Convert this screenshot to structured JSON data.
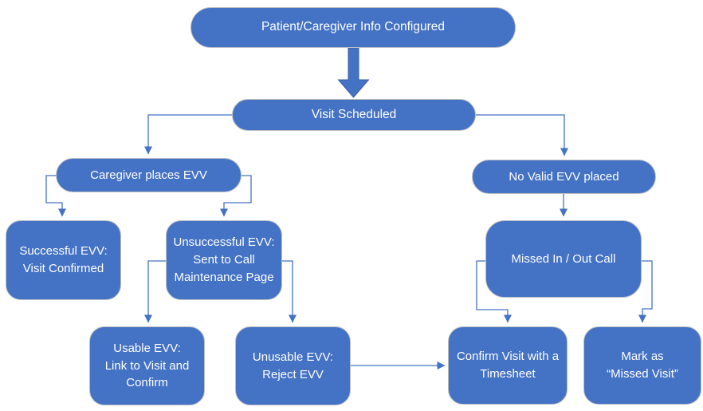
{
  "diagram_type": "flowchart",
  "colors": {
    "node_fill": "#4472C4",
    "node_border": "#BCBEC2",
    "node_text": "#FFFFFF",
    "connector": "#4472C4",
    "block_arrow_fill": "#4472C4",
    "block_arrow_border": "#3A5CA8",
    "background": "#FFFFFF"
  },
  "nodes": {
    "patient_info": {
      "label": "Patient/Caregiver Info Configured",
      "shape": "pill"
    },
    "visit_scheduled": {
      "label": "Visit Scheduled",
      "shape": "pill"
    },
    "caregiver_places": {
      "label": "Caregiver places EVV",
      "shape": "pill"
    },
    "no_valid_evv": {
      "label": "No Valid EVV placed",
      "shape": "pill"
    },
    "successful_evv": {
      "label": "Successful EVV:\nVisit Confirmed",
      "shape": "rounded-rect"
    },
    "unsuccessful_evv": {
      "label": "Unsuccessful EVV:\nSent to Call\nMaintenance Page",
      "shape": "rounded-rect"
    },
    "missed_in_out_call": {
      "label": "Missed In / Out Call",
      "shape": "rounded-rect"
    },
    "usable_evv": {
      "label": "Usable EVV:\nLink to Visit and\nConfirm",
      "shape": "rounded-rect"
    },
    "unusable_evv": {
      "label": "Unusable EVV:\nReject EVV",
      "shape": "rounded-rect"
    },
    "confirm_timesheet": {
      "label": "Confirm Visit with a\nTimesheet",
      "shape": "rounded-rect"
    },
    "mark_missed_visit": {
      "label": "Mark as\n“Missed Visit”",
      "shape": "rounded-rect"
    }
  },
  "edges": [
    {
      "from": "patient_info",
      "to": "visit_scheduled",
      "style": "block-arrow"
    },
    {
      "from": "visit_scheduled",
      "to": "caregiver_places",
      "style": "elbow"
    },
    {
      "from": "visit_scheduled",
      "to": "no_valid_evv",
      "style": "elbow"
    },
    {
      "from": "caregiver_places",
      "to": "successful_evv",
      "style": "elbow"
    },
    {
      "from": "caregiver_places",
      "to": "unsuccessful_evv",
      "style": "elbow"
    },
    {
      "from": "unsuccessful_evv",
      "to": "usable_evv",
      "style": "elbow"
    },
    {
      "from": "unsuccessful_evv",
      "to": "unusable_evv",
      "style": "elbow"
    },
    {
      "from": "unusable_evv",
      "to": "confirm_timesheet",
      "style": "straight"
    },
    {
      "from": "no_valid_evv",
      "to": "missed_in_out_call",
      "style": "straight"
    },
    {
      "from": "missed_in_out_call",
      "to": "confirm_timesheet",
      "style": "elbow"
    },
    {
      "from": "missed_in_out_call",
      "to": "mark_missed_visit",
      "style": "elbow"
    }
  ]
}
